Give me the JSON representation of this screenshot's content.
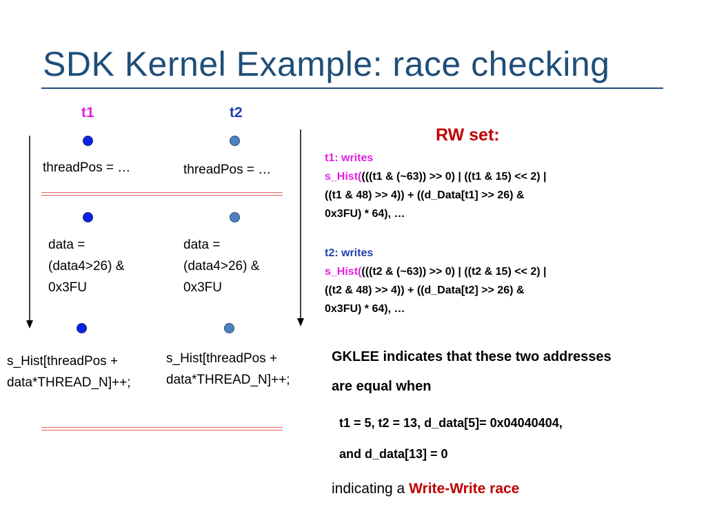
{
  "title": "SDK Kernel Example: race checking",
  "threads": {
    "t1": "t1",
    "t2": "t2"
  },
  "colors": {
    "title": "#1f4e79",
    "t1": "#e020e0",
    "t2": "#1f3fb0",
    "rw": "#c00000"
  },
  "t1_col": {
    "step1": "threadPos = …",
    "step2": [
      "data =",
      "(data4>26) &",
      "0x3FU"
    ],
    "step3": [
      "s_Hist[threadPos +",
      "data*THREAD_N]++;"
    ]
  },
  "t2_col": {
    "step1": "threadPos = …",
    "step2": [
      "data =",
      "(data4>26) &",
      "0x3FU"
    ],
    "step3": [
      "s_Hist[threadPos +",
      "data*THREAD_N]++;"
    ]
  },
  "rw_set": {
    "heading": "RW set:",
    "t1": {
      "head": "t1: writes",
      "prefix": "s_Hist(",
      "line1_rest": "(((t1 & (~63)) >> 0) | ((t1 & 15) << 2) |",
      "line2": "((t1 & 48) >> 4)) + ((d_Data[t1] >> 26) &",
      "line3": "0x3FU) * 64), …"
    },
    "t2": {
      "head": "t2: writes",
      "prefix": "s_Hist(",
      "line1_rest": "(((t2 & (~63)) >> 0) | ((t2 & 15) << 2) |",
      "line2": "((t2  & 48) >> 4)) + ((d_Data[t2] >> 26) &",
      "line3": "0x3FU) * 64), …"
    }
  },
  "conclusion": {
    "line1": "GKLEE indicates that these two addresses",
    "line2": "are equal  when",
    "cond1": "t1 = 5, t2 = 13, d_data[5]= 0x04040404,",
    "cond2": "and d_data[13] = 0",
    "final_prefix": "indicating a ",
    "final_race": "Write-Write race"
  }
}
